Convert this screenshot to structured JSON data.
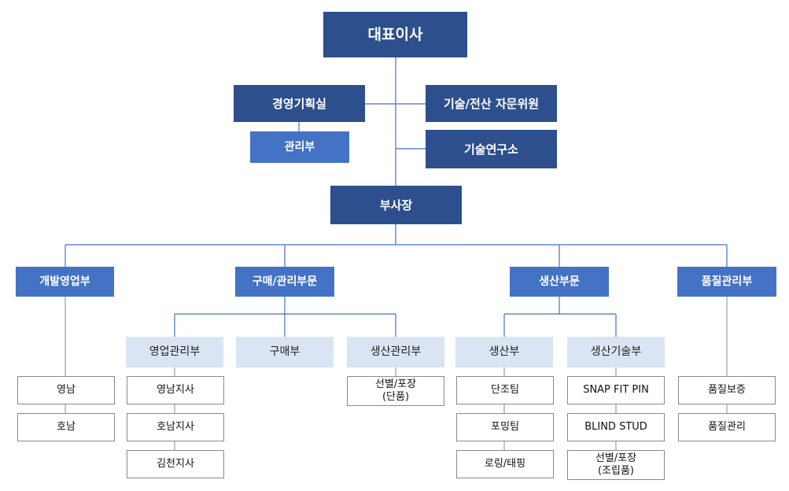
{
  "org": {
    "ceo": "대표이사",
    "planning": "경영기획실",
    "admin": "관리부",
    "advisory": "기술/전산 자문위원",
    "research": "기술연구소",
    "vp": "부사장",
    "divisions": {
      "dev_sales": "개발영업부",
      "purchase_admin": "구매/관리부문",
      "production": "생산부문",
      "quality": "품질관리부"
    },
    "teams": {
      "sales_admin": "영업관리부",
      "purchase": "구매부",
      "production_admin": "생산관리부",
      "production": "생산부",
      "production_tech": "생산기술부"
    },
    "units": {
      "yeongnam": "영남",
      "honam": "호남",
      "yeongnam_branch": "영남지사",
      "honam_branch": "호남지사",
      "gimcheon_branch": "김천지사",
      "sort_pack_single": "선별/포장\n(단품)",
      "forging": "단조팀",
      "forming": "포밍팀",
      "rolling_tapping": "로링/태핑",
      "snap_fit_pin": "SNAP FIT PIN",
      "blind_stud": "BLIND STUD",
      "sort_pack_assembly": "선별/포장\n(조립품)",
      "qa": "품질보증",
      "qc": "품질관리"
    }
  }
}
